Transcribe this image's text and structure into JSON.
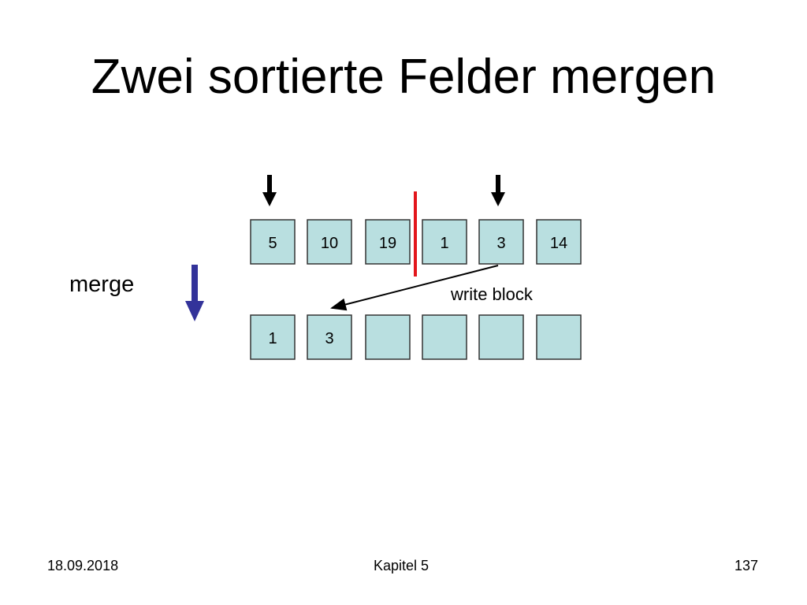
{
  "slide": {
    "title": "Zwei sortierte Felder mergen",
    "merge_label": "merge",
    "write_block_label": "write block"
  },
  "input_array": [
    "5",
    "10",
    "19",
    "1",
    "3",
    "14"
  ],
  "output_array": [
    "1",
    "3",
    "",
    "",
    "",
    ""
  ],
  "pointers": {
    "run1_index": 0,
    "run2_index": 4,
    "boundary_after_index": 2
  },
  "colors": {
    "cell_fill": "#b9dfe0",
    "cell_border": "#333333",
    "boundary": "#e3161c",
    "pointer": "#000000",
    "merge_arrow": "#33339a"
  },
  "icons": {
    "pointer": "down-arrow-icon",
    "merge_direction": "down-arrow-icon"
  },
  "footer": {
    "date": "18.09.2018",
    "chapter": "Kapitel 5",
    "page": "137"
  }
}
